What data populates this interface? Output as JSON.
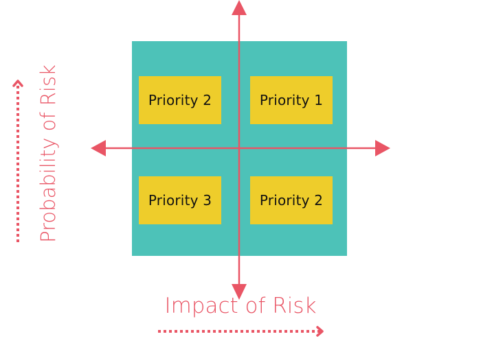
{
  "diagram": {
    "type": "risk-priority-matrix",
    "colors": {
      "matrix_background": "#4DC2B8",
      "quadrant_box": "#EECD2B",
      "axis": "#E95565",
      "label_text": "#E95565",
      "box_text": "#111111"
    },
    "quadrants": [
      {
        "position": "top-left",
        "label": "Priority 2"
      },
      {
        "position": "top-right",
        "label": "Priority 1"
      },
      {
        "position": "bottom-left",
        "label": "Priority 3"
      },
      {
        "position": "bottom-right",
        "label": "Priority 2"
      }
    ],
    "x_axis": {
      "label": "Impact of Risk",
      "direction_indicator": "dotted-arrow-right"
    },
    "y_axis": {
      "label": "Probability of Risk",
      "direction_indicator": "dotted-arrow-up"
    }
  }
}
